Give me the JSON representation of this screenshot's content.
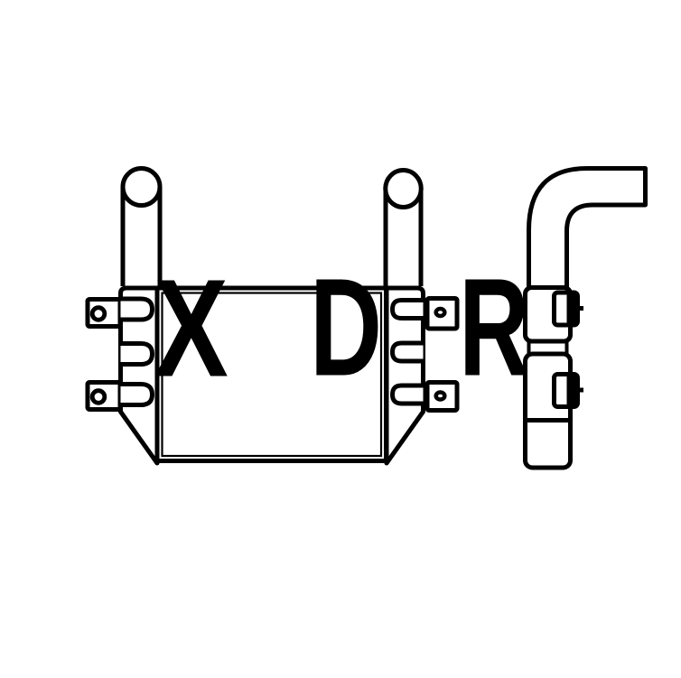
{
  "illustration": {
    "description": "Black-and-white technical line drawing of an intercooler with two inlet pipes, slotted side tanks, mounting brackets, and a separate elbow outlet pipe with clamp fittings",
    "watermark": {
      "letters": [
        "X",
        "D",
        "R"
      ]
    },
    "colors": {
      "line": "#000000",
      "background": "#ffffff"
    }
  }
}
